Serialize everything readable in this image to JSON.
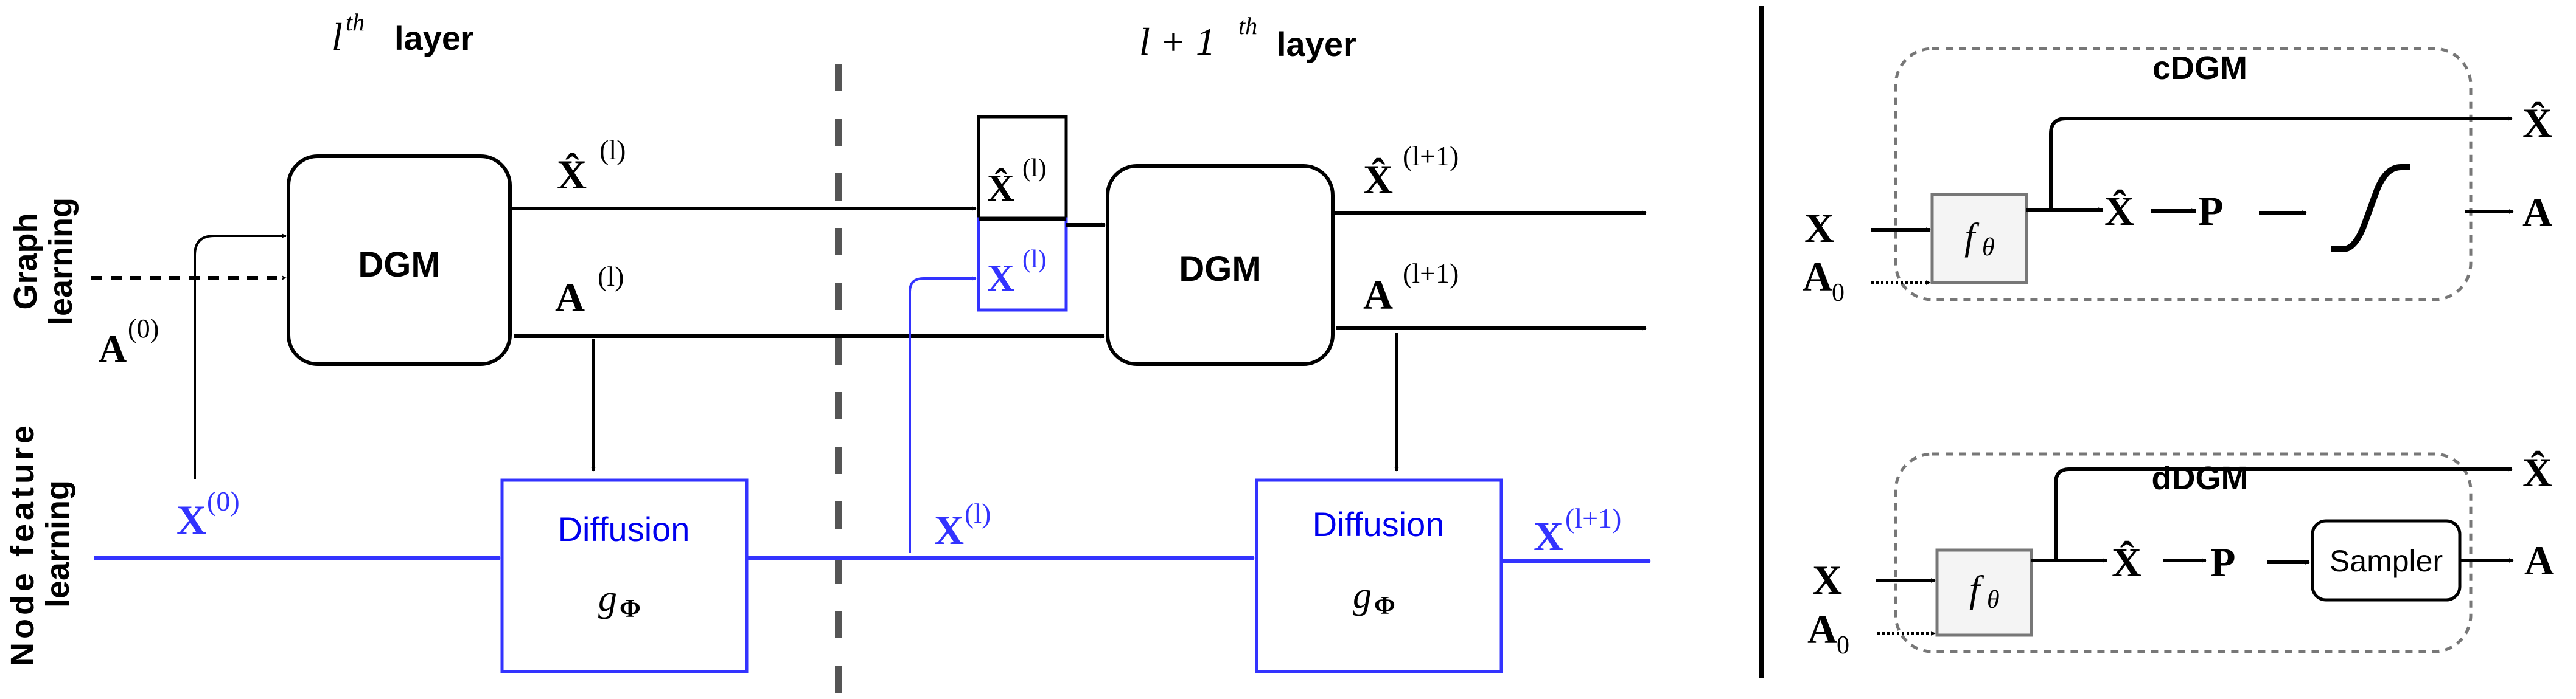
{
  "header": {
    "layer_l": {
      "math": "l",
      "sup": "th",
      "word": "layer"
    },
    "layer_l1": {
      "math": "l + 1",
      "sup": "th",
      "word": "layer"
    }
  },
  "row_labels": {
    "graph": [
      "Graph",
      "learning"
    ],
    "node": [
      "Node feature",
      "learning"
    ]
  },
  "blocks": {
    "dgm1": "DGM",
    "dgm2": "DGM",
    "diffusion1": {
      "title": "Diffusion",
      "fn": "g",
      "fn_sub": "Φ"
    },
    "diffusion2": {
      "title": "Diffusion",
      "fn": "g",
      "fn_sub": "Φ"
    }
  },
  "signals": {
    "A0": {
      "base": "A",
      "sup": "(0)"
    },
    "X0": {
      "base": "X",
      "sup": "(0)"
    },
    "Xhat_l": {
      "base": "X̂",
      "sup": "(l)"
    },
    "A_l": {
      "base": "A",
      "sup": "(l)"
    },
    "X_l_mid": {
      "base": "X",
      "sup": "(l)"
    },
    "Xhat_l_box": {
      "base": "X̂",
      "sup": "(l)"
    },
    "X_l_box": {
      "base": "X",
      "sup": "(l)"
    },
    "Xhat_l1": {
      "base": "X̂",
      "sup": "(l+1)"
    },
    "A_l1": {
      "base": "A",
      "sup": "(l+1)"
    },
    "X_l1": {
      "base": "X",
      "sup": "(l+1)"
    }
  },
  "cdgm": {
    "title": "cDGM",
    "input_x": "X",
    "input_a": "A",
    "input_a_sub": "0",
    "f": "f",
    "f_sub": "θ",
    "xhat": "X̂",
    "p": "P",
    "out_xhat": "X̂",
    "out_a": "A",
    "activation": "sigmoid"
  },
  "ddgm": {
    "title": "dDGM",
    "input_x": "X",
    "input_a": "A",
    "input_a_sub": "0",
    "f": "f",
    "f_sub": "θ",
    "xhat": "X̂",
    "p": "P",
    "sampler": "Sampler",
    "out_xhat": "X̂",
    "out_a": "A"
  },
  "colors": {
    "feature_blue": "#3333ff",
    "divider_gray": "#555555",
    "module_gray": "#777777",
    "f_fill": "#f4f4f4"
  }
}
